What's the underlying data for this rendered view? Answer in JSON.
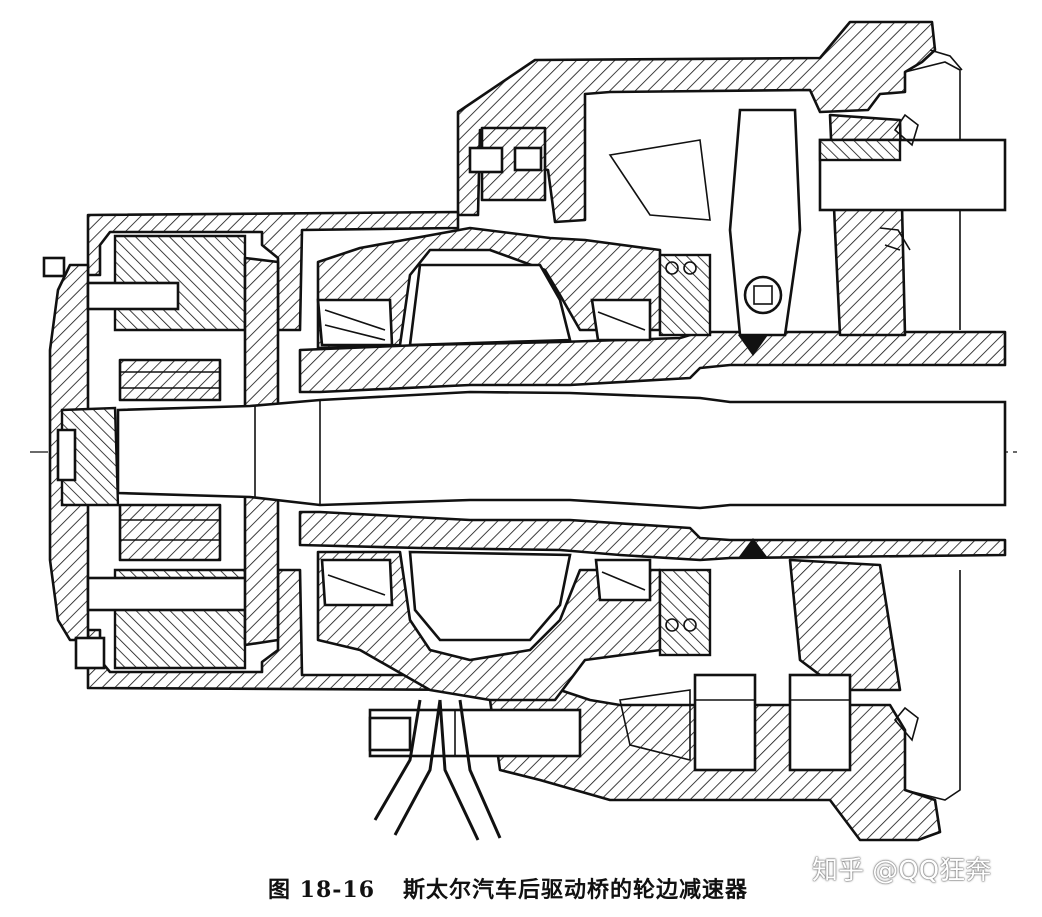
{
  "figure": {
    "number": "图 18-16",
    "title": "斯太尔汽车后驱动桥的轮边减速器"
  },
  "watermark": {
    "text": "知乎 @QQ狂奔"
  }
}
